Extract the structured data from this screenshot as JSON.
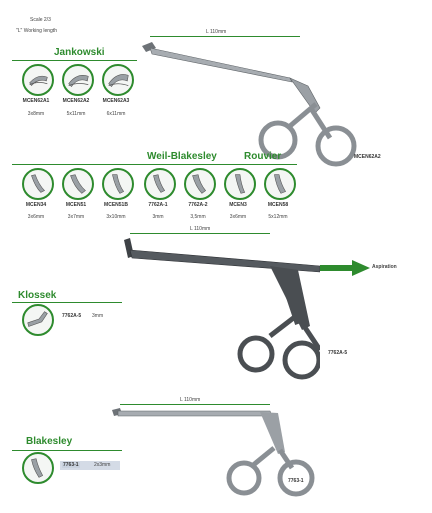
{
  "header": {
    "scale": "Scale 2/3",
    "working_length": "\"L\" Working length"
  },
  "jankowski": {
    "title": "Jankowski",
    "items": [
      {
        "code": "MCEN62A1",
        "size": "3x8mm"
      },
      {
        "code": "MCEN62A2",
        "size": "5x11mm"
      },
      {
        "code": "MCEN62A3",
        "size": "6x11mm"
      }
    ],
    "instrument_label": "MCEN62A2",
    "length_label": "L 110mm"
  },
  "weil_blakesley": {
    "title": "Weil-Blakesley",
    "items": [
      {
        "code": "7762A-1",
        "size": "3mm"
      },
      {
        "code": "7762A-2",
        "size": "3,5mm"
      }
    ]
  },
  "rouvier": {
    "title": "Rouvier",
    "items": [
      {
        "code": "MCEN3",
        "size": "3x6mm"
      },
      {
        "code": "MCEN58",
        "size": "5x12mm"
      }
    ]
  },
  "mcen_group": {
    "items": [
      {
        "code": "MCEN34",
        "size": "3x6mm"
      },
      {
        "code": "MCEN51",
        "size": "3x7mm"
      },
      {
        "code": "MCEN51B",
        "size": "3x10mm"
      }
    ]
  },
  "klossek": {
    "title": "Klossek",
    "code": "7762A-5",
    "size": "3mm",
    "length_label": "L 110mm",
    "aspiration": "Aspiration",
    "instrument_label": "7762A-5"
  },
  "blakesley": {
    "title": "Blakesley",
    "code": "7763-1",
    "size": "2x3mm",
    "length_label": "L 110mm",
    "instrument_label": "7763-1"
  },
  "colors": {
    "green": "#2e8b2e",
    "steel": "#8a8f94",
    "dark_steel": "#4a4e52"
  }
}
